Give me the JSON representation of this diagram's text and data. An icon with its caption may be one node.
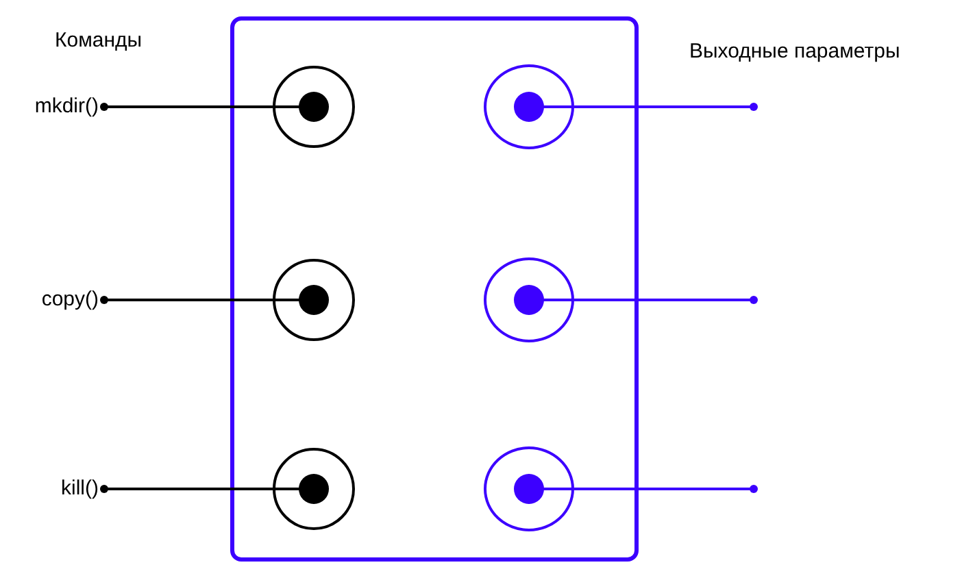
{
  "diagram": {
    "nodes": [
      {
        "text": [
          "mkdir()"
        ]
      },
      {
        "text": [
          "copy()"
        ]
      },
      {
        "text": [
          "kill()"
        ]
      },
      {
        "text": [],
        "shape": "box"
      },
      {
        "text": [],
        "shape": "circle",
        "in": 3
      },
      {
        "text": [],
        "shape": "circle",
        "in": 3
      },
      {
        "text": [],
        "shape": "circle",
        "in": 3
      },
      {
        "text": [],
        "shape": "circle",
        "in": 3
      },
      {
        "text": [],
        "shape": "circle",
        "in": 3
      },
      {
        "text": [],
        "shape": "circle",
        "in": 3
      }
    ],
    "edges": [
      {
        "from": 0,
        "to": 4,
        "arrow": "other"
      },
      {
        "from": null,
        "to": 5,
        "arrow": "other",
        "color": "#3c00ff"
      },
      {
        "from": 1,
        "to": 6,
        "arrow": "other"
      },
      {
        "from": null,
        "to": 7,
        "arrow": "other",
        "color": "#3c00ff"
      },
      {
        "from": 2,
        "to": 8,
        "arrow": "other"
      },
      {
        "from": null,
        "to": 9,
        "arrow": "other",
        "color": "#3c00ff"
      }
    ],
    "labels": [
      "Команды",
      "Выходные параметры"
    ]
  }
}
